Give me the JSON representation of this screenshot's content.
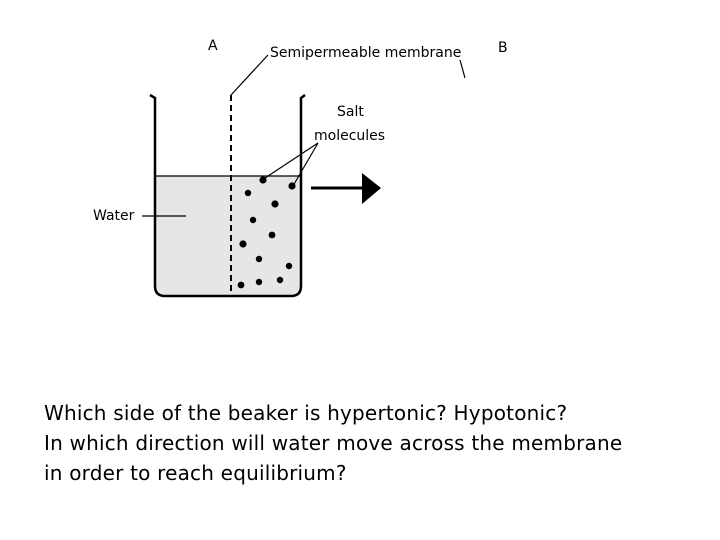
{
  "diagram": {
    "label_a": "A",
    "label_b": "B",
    "label_membrane": "Semipermeable membrane",
    "label_salt_line1": "Salt",
    "label_salt_line2": "molecules",
    "label_water": "Water",
    "water_color": "#e6e6e6",
    "line_color": "#000000"
  },
  "question": {
    "line1": "Which side of the beaker is hypertonic? Hypotonic?",
    "line2": "In which direction will water move across the membrane",
    "line3": "in order to reach equilibrium?"
  }
}
